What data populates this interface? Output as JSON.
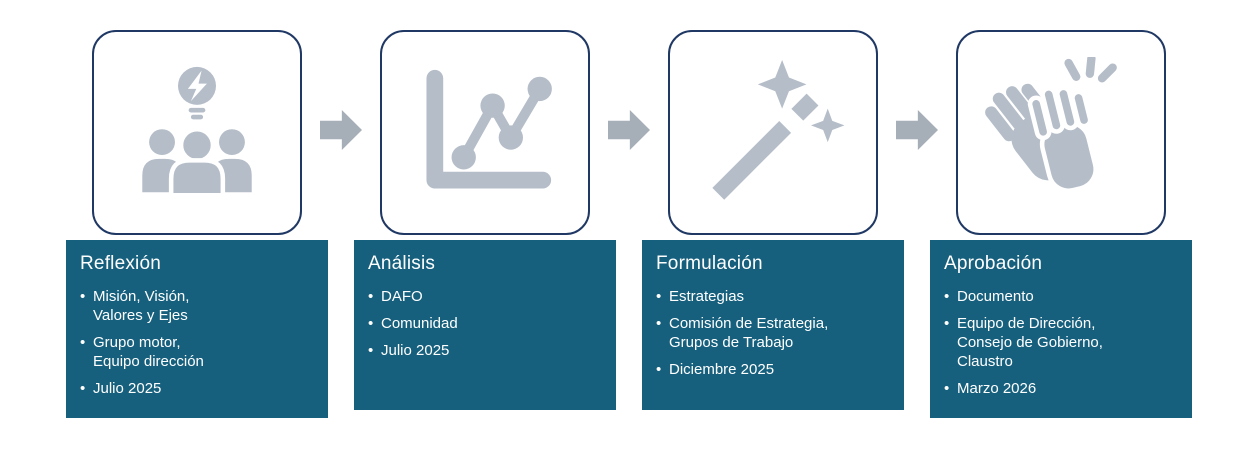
{
  "colors": {
    "panel": "#16607e",
    "panel-text": "#ffffff",
    "card-border": "#1f3864",
    "icon": "#b4bdc8",
    "arrow": "#a6aeb8"
  },
  "bullet_marker": "•",
  "stages": [
    {
      "icon": "team-idea-icon",
      "title": "Reflexión",
      "bullets": [
        "Misión, Visión,\nValores y Ejes",
        "Grupo motor,\nEquipo dirección",
        "Julio 2025"
      ]
    },
    {
      "icon": "line-chart-icon",
      "title": "Análisis",
      "bullets": [
        "DAFO",
        "Comunidad",
        "Julio 2025"
      ]
    },
    {
      "icon": "magic-wand-icon",
      "title": "Formulación",
      "bullets": [
        "Estrategias",
        "Comisión de Estrategia,\nGrupos de Trabajo",
        "Diciembre 2025"
      ]
    },
    {
      "icon": "clapping-hands-icon",
      "title": "Aprobación",
      "bullets": [
        "Documento",
        "Equipo de Dirección,\nConsejo de Gobierno,\nClaustro",
        "Marzo 2026"
      ]
    }
  ]
}
